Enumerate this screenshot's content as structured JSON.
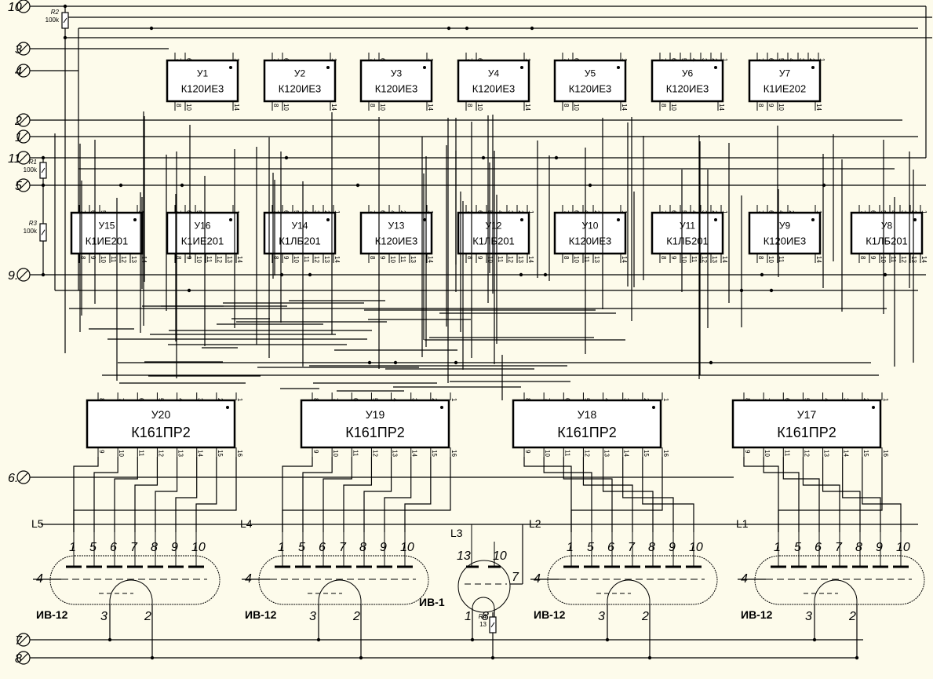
{
  "terminals": [
    {
      "label": "10",
      "row": "r10"
    },
    {
      "label": "3",
      "row": "r3"
    },
    {
      "label": "4",
      "row": "r4"
    },
    {
      "label": "2",
      "row": "r2"
    },
    {
      "label": "1",
      "row": "r1"
    },
    {
      "label": "11",
      "row": "r11"
    },
    {
      "label": "5",
      "row": "r5"
    },
    {
      "label": "9.",
      "row": "r9"
    },
    {
      "label": "6.",
      "row": "r6"
    },
    {
      "label": "7",
      "row": "r7"
    },
    {
      "label": "8",
      "row": "r8"
    }
  ],
  "resistors": [
    {
      "ref": "R2",
      "value": "100k"
    },
    {
      "ref": "R1",
      "value": "100k"
    },
    {
      "ref": "R3",
      "value": "100k"
    },
    {
      "ref": "R4",
      "value": "13"
    }
  ],
  "chips_row1": [
    {
      "ref": "У1",
      "part": "К120ИЕ3",
      "top_pins": [
        "7",
        "6",
        "1"
      ],
      "bot_pins": [
        "8",
        "10",
        "14"
      ]
    },
    {
      "ref": "У2",
      "part": "К120ИЕ3",
      "top_pins": [
        "7",
        "6",
        "1"
      ],
      "bot_pins": [
        "8",
        "10",
        "14"
      ]
    },
    {
      "ref": "У3",
      "part": "К120ИЕ3",
      "top_pins": [
        "7",
        "6",
        "1"
      ],
      "bot_pins": [
        "8",
        "10",
        "14"
      ]
    },
    {
      "ref": "У4",
      "part": "К120ИЕ3",
      "top_pins": [
        "7",
        "6",
        "1"
      ],
      "bot_pins": [
        "8",
        "10",
        "14"
      ]
    },
    {
      "ref": "У5",
      "part": "К120ИЕ3",
      "top_pins": [
        "7",
        "6",
        "1"
      ],
      "bot_pins": [
        "8",
        "10",
        "14"
      ]
    },
    {
      "ref": "У6",
      "part": "К120ИЕ3",
      "top_pins": [
        "7",
        "6",
        "5",
        "4",
        "3",
        "2",
        "1"
      ],
      "bot_pins": [
        "8",
        "10",
        "14"
      ]
    },
    {
      "ref": "У7",
      "part": "К1ИЕ202",
      "top_pins": [
        "7",
        "6",
        "5",
        "4",
        "3",
        "2",
        "1"
      ],
      "bot_pins": [
        "8",
        "9",
        "10",
        "14"
      ]
    }
  ],
  "chips_row2": [
    {
      "ref": "У15",
      "part": "К1ИЕ201",
      "top_pins": [
        "7",
        "6",
        "5",
        "1"
      ],
      "bot_pins": [
        "8",
        "9",
        "10",
        "11",
        "12",
        "13",
        "14"
      ]
    },
    {
      "ref": "У16",
      "part": "К1ИЕ201",
      "top_pins": [
        "7",
        "6",
        "5",
        "1"
      ],
      "bot_pins": [
        "8",
        "9",
        "10",
        "11",
        "12",
        "13",
        "14"
      ]
    },
    {
      "ref": "У14",
      "part": "К1ЛБ201",
      "top_pins": [
        "7",
        "6",
        "5",
        "4",
        "3",
        "2",
        "1"
      ],
      "bot_pins": [
        "8",
        "9",
        "10",
        "11",
        "12",
        "13",
        "14"
      ]
    },
    {
      "ref": "У13",
      "part": "К120ИЕ3",
      "top_pins": [
        "7",
        "6",
        "4",
        "2",
        "1"
      ],
      "bot_pins": [
        "8",
        "9",
        "10",
        "11",
        "13",
        "14"
      ]
    },
    {
      "ref": "У12",
      "part": "К1ЛБ201",
      "top_pins": [
        "7",
        "6",
        "5",
        "4",
        "3",
        "2",
        "1"
      ],
      "bot_pins": [
        "8",
        "9",
        "10",
        "11",
        "12",
        "13",
        "14"
      ]
    },
    {
      "ref": "У10",
      "part": "К120ИЕ3",
      "top_pins": [
        "7",
        "6",
        "4",
        "2",
        "1"
      ],
      "bot_pins": [
        "8",
        "10",
        "11",
        "13",
        "14"
      ]
    },
    {
      "ref": "У11",
      "part": "К1ЛБ201",
      "top_pins": [
        "7",
        "6",
        "5",
        "4",
        "3",
        "2",
        "1"
      ],
      "bot_pins": [
        "8",
        "9",
        "10",
        "11",
        "12",
        "13",
        "14"
      ]
    },
    {
      "ref": "У9",
      "part": "К120ИЕ3",
      "top_pins": [
        "7",
        "6",
        "4",
        "2",
        "1"
      ],
      "bot_pins": [
        "8",
        "10",
        "11",
        "14"
      ]
    },
    {
      "ref": "У8",
      "part": "К1ЛБ201",
      "top_pins": [
        "7",
        "6",
        "5",
        "4",
        "3",
        "2",
        "1"
      ],
      "bot_pins": [
        "8",
        "9",
        "10",
        "11",
        "12",
        "13",
        "14"
      ]
    }
  ],
  "decoders": [
    {
      "ref": "У20",
      "part": "К161ПР2",
      "top_pins": [
        "8",
        "7",
        "6",
        "5",
        "4",
        "3",
        "2",
        "1"
      ],
      "bot_pins": [
        "9",
        "10",
        "11",
        "12",
        "13",
        "14",
        "15",
        "16"
      ]
    },
    {
      "ref": "У19",
      "part": "К161ПР2",
      "top_pins": [
        "8",
        "7",
        "6",
        "5",
        "4",
        "3",
        "2",
        "1"
      ],
      "bot_pins": [
        "9",
        "10",
        "11",
        "12",
        "13",
        "14",
        "15",
        "16"
      ]
    },
    {
      "ref": "У18",
      "part": "К161ПР2",
      "top_pins": [
        "8",
        "7",
        "6",
        "5",
        "4",
        "3",
        "2",
        "1"
      ],
      "bot_pins": [
        "9",
        "10",
        "11",
        "12",
        "13",
        "14",
        "15",
        "16"
      ]
    },
    {
      "ref": "У17",
      "part": "К161ПР2",
      "top_pins": [
        "8",
        "7",
        "6",
        "5",
        "4",
        "3",
        "2",
        "1"
      ],
      "bot_pins": [
        "9",
        "10",
        "11",
        "12",
        "13",
        "14",
        "15",
        "16"
      ]
    }
  ],
  "tubes": [
    {
      "ref": "L5",
      "type": "ИВ-12",
      "anodes": [
        "1",
        "5",
        "6",
        "7",
        "8",
        "9",
        "10"
      ],
      "grid": "4",
      "fil_a": "3",
      "fil_b": "2"
    },
    {
      "ref": "L4",
      "type": "ИВ-12",
      "anodes": [
        "1",
        "5",
        "6",
        "7",
        "8",
        "9",
        "10"
      ],
      "grid": "4",
      "fil_a": "3",
      "fil_b": "2"
    },
    {
      "ref": "L2",
      "type": "ИВ-12",
      "anodes": [
        "1",
        "5",
        "6",
        "7",
        "8",
        "9",
        "10"
      ],
      "grid": "4",
      "fil_a": "3",
      "fil_b": "2"
    },
    {
      "ref": "L1",
      "type": "ИВ-12",
      "anodes": [
        "1",
        "5",
        "6",
        "7",
        "8",
        "9",
        "10"
      ],
      "grid": "4",
      "fil_a": "3",
      "fil_b": "2"
    }
  ],
  "tube_l3": {
    "ref": "L3",
    "type": "ИВ-1",
    "anodes": [
      "13",
      "10"
    ],
    "grid": "7",
    "fil_a": "1",
    "fil_b": "8"
  }
}
